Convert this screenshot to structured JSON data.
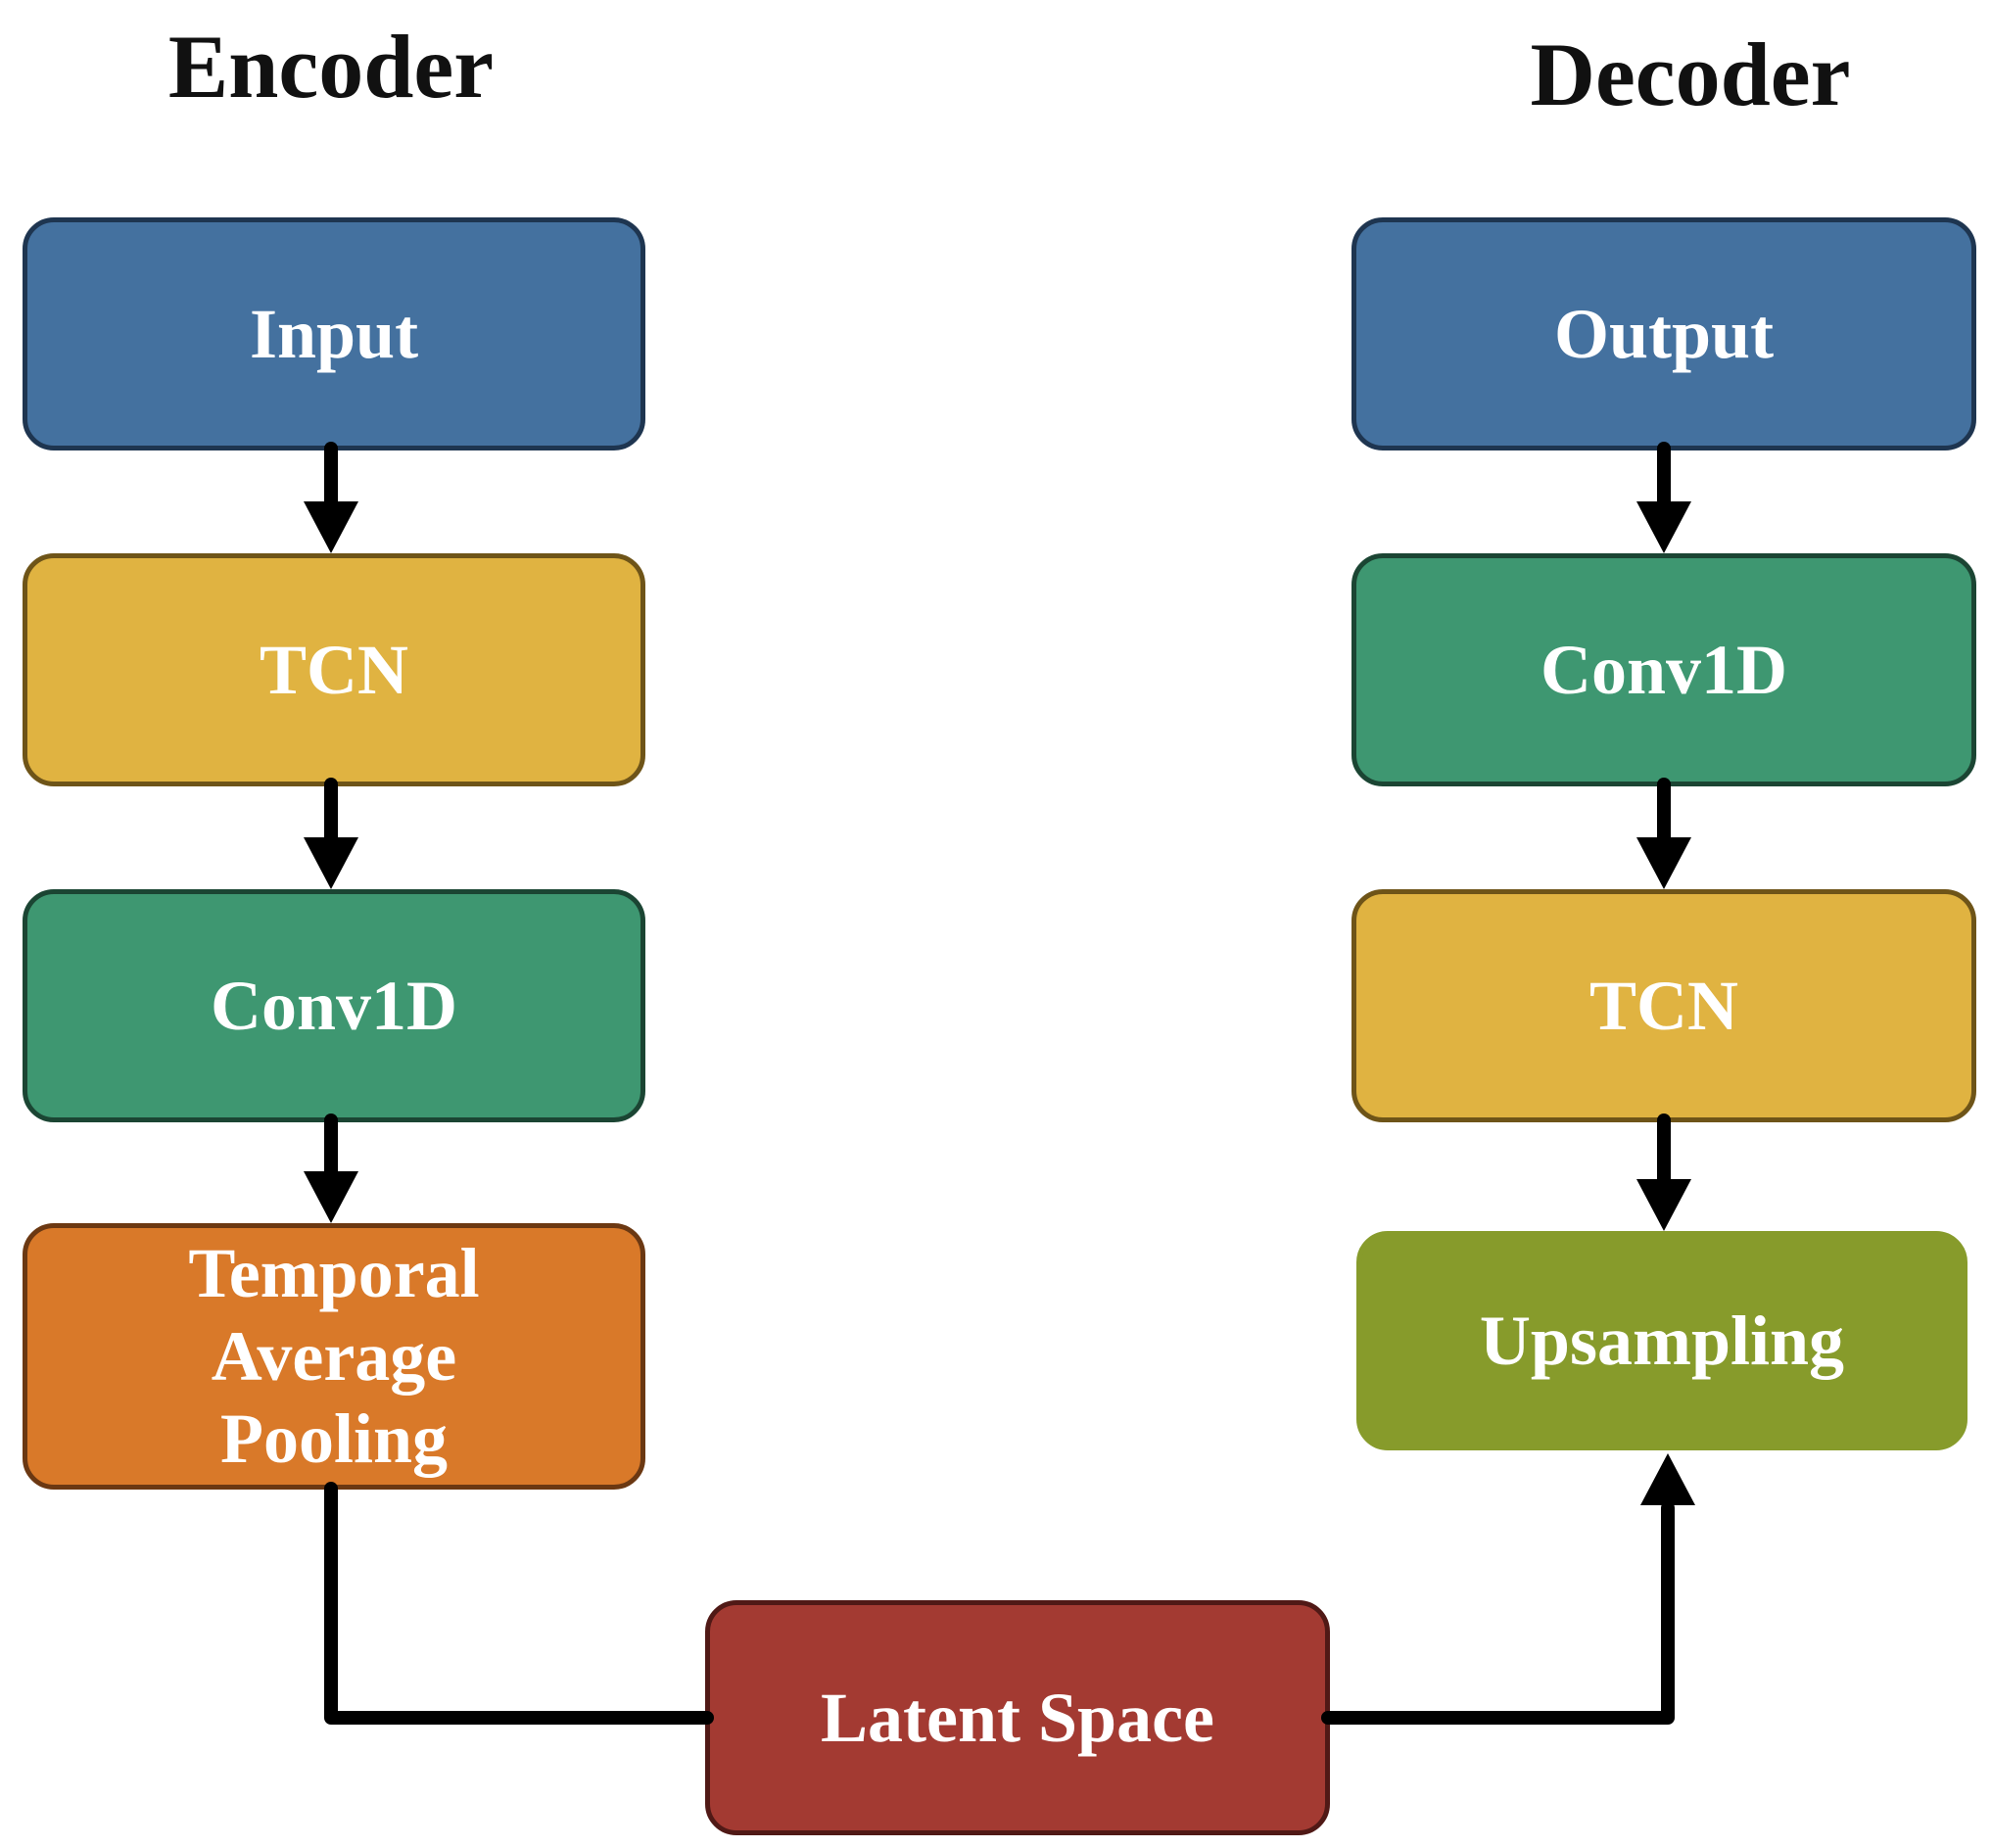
{
  "encoder": {
    "title": "Encoder",
    "blocks": [
      {
        "key": "input",
        "label": "Input",
        "fill": "#44719F",
        "border": "#1E3550"
      },
      {
        "key": "tcn",
        "label": "TCN",
        "fill": "#E0B341",
        "border": "#6E5418"
      },
      {
        "key": "conv1d",
        "label": "Conv1D",
        "fill": "#3E9771",
        "border": "#1B4533"
      },
      {
        "key": "pooling",
        "label": "Temporal Average Pooling",
        "lines": [
          "Temporal",
          "Average",
          "Pooling"
        ],
        "fill": "#D97929",
        "border": "#6B3812"
      }
    ]
  },
  "decoder": {
    "title": "Decoder",
    "blocks": [
      {
        "key": "output",
        "label": "Output",
        "fill": "#44719F",
        "border": "#1E3550"
      },
      {
        "key": "conv1d",
        "label": "Conv1D",
        "fill": "#3E9771",
        "border": "#1B4533"
      },
      {
        "key": "tcn",
        "label": "TCN",
        "fill": "#E0B341",
        "border": "#6E5418"
      },
      {
        "key": "upsampling",
        "label": "Upsampling",
        "fill": "#879B2B",
        "border": "#879B2B"
      }
    ]
  },
  "latent": {
    "label": "Latent Space",
    "fill": "#A33A32",
    "border": "#501916"
  },
  "colors": {
    "arrow": "#000000",
    "text": "#FFFFFF",
    "heading": "#111111"
  }
}
